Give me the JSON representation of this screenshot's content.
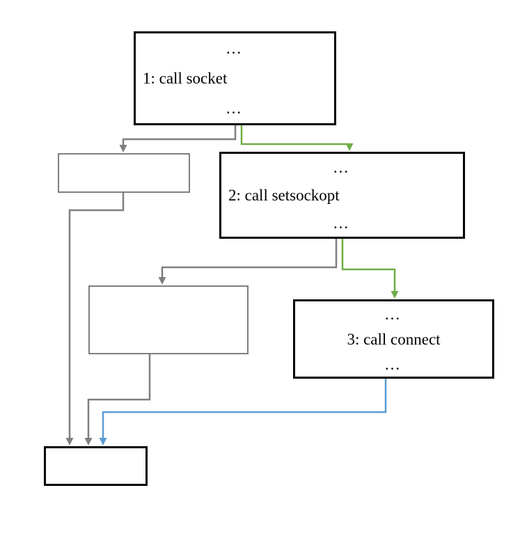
{
  "colors": {
    "background": "#ffffff",
    "box_border": "#000000",
    "gray": "#7f7f7f",
    "green": "#70ad47",
    "blue": "#5b9bd5",
    "text": "#000000"
  },
  "nodes": {
    "socket": {
      "top_dots": "…",
      "label": "1: call socket",
      "bottom_dots": "…"
    },
    "setsockopt": {
      "top_dots": "…",
      "label": "2: call setsockopt",
      "bottom_dots": "…"
    },
    "connect": {
      "top_dots": "…",
      "label": "3: call connect",
      "bottom_dots": "…"
    },
    "gray_left": {
      "label": ""
    },
    "gray_mid": {
      "label": ""
    },
    "end": {
      "label": ""
    }
  },
  "edges": [
    {
      "from": "socket",
      "to": "gray_left",
      "color": "#7f7f7f"
    },
    {
      "from": "socket",
      "to": "setsockopt",
      "color": "#70ad47"
    },
    {
      "from": "gray_left",
      "to": "end",
      "color": "#7f7f7f"
    },
    {
      "from": "setsockopt",
      "to": "gray_mid",
      "color": "#7f7f7f"
    },
    {
      "from": "setsockopt",
      "to": "connect",
      "color": "#70ad47"
    },
    {
      "from": "gray_mid",
      "to": "end",
      "color": "#7f7f7f"
    },
    {
      "from": "connect",
      "to": "end",
      "color": "#5b9bd5"
    }
  ]
}
